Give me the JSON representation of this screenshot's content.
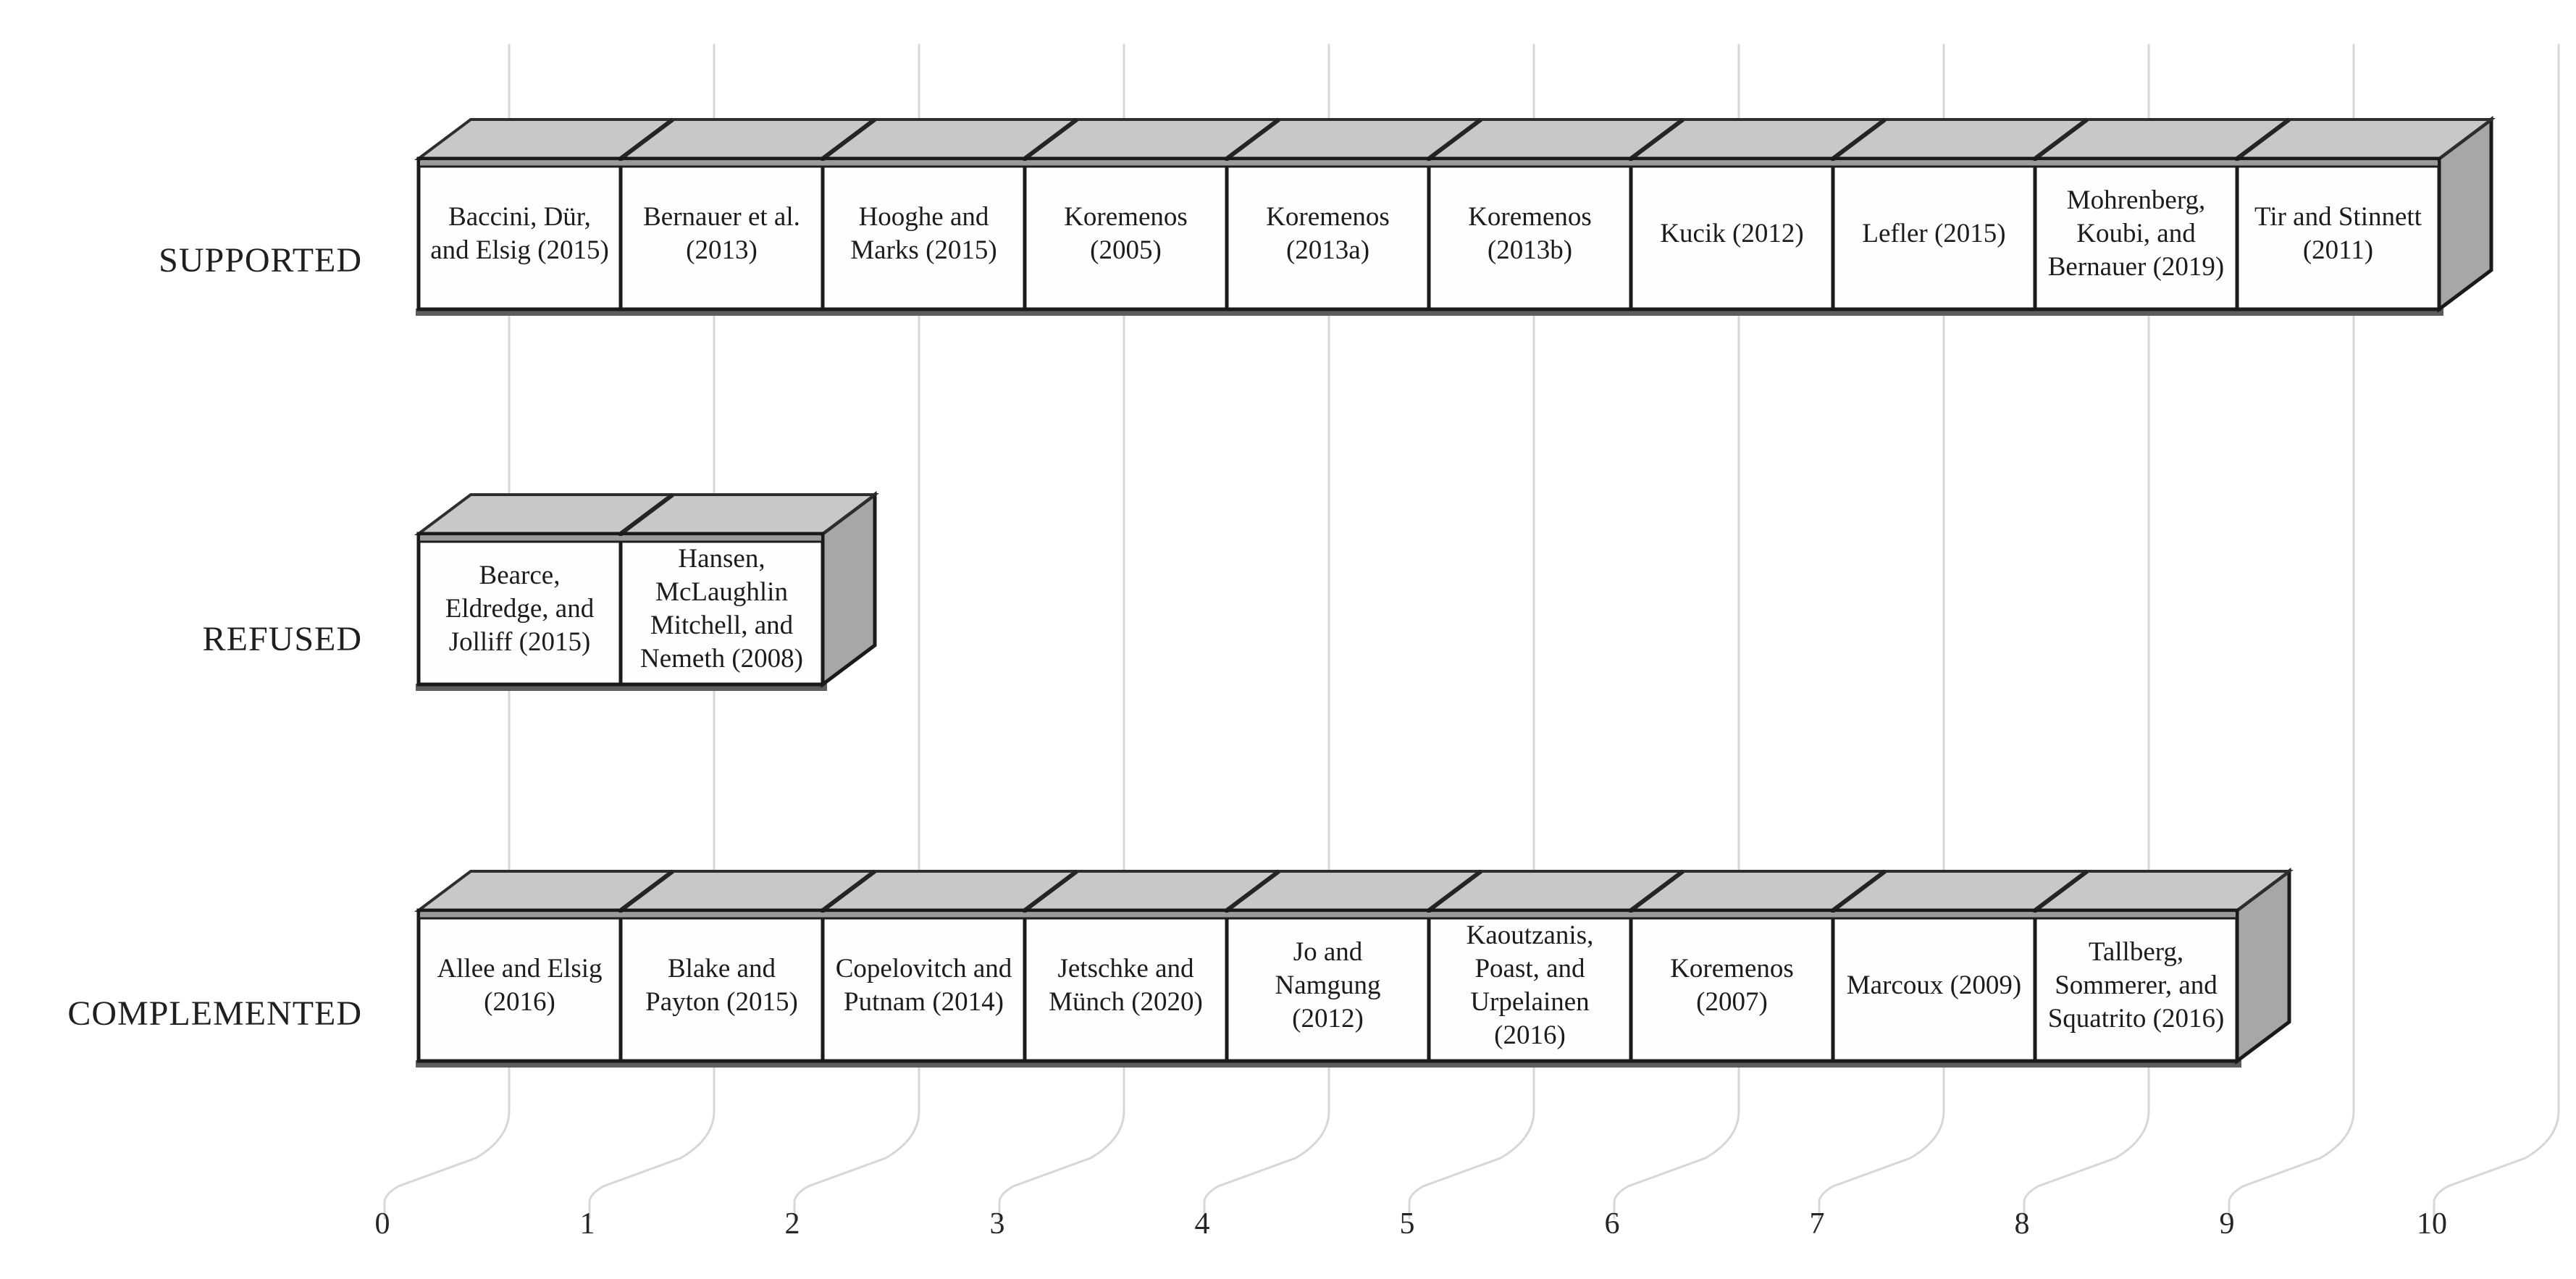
{
  "figure": {
    "background": "#ffffff",
    "colors": {
      "bar_top_face": "#c8c8c8",
      "bar_front_face": "#fefefe",
      "bar_end_face": "#a7a7a7",
      "edge_dark": "#1a1a1a",
      "edge_band_top": "#9a9a9a",
      "edge_band_bottom": "#5d5d5d",
      "gridline": "#d7d7d7",
      "text": "#1f1f1f"
    }
  },
  "chart_data": {
    "type": "bar",
    "orientation": "horizontal",
    "style": "3d-segmented-blocks",
    "title": "",
    "xlabel": "",
    "ylabel": "",
    "xlim": [
      0,
      10
    ],
    "x_ticks": [
      "0",
      "1",
      "2",
      "3",
      "4",
      "5",
      "6",
      "7",
      "8",
      "9",
      "10"
    ],
    "grid": "vertical-gridlines-curved-to-axis",
    "legend": "none",
    "categories": [
      "SUPPORTED",
      "REFUSED",
      "COMPLEMENTED"
    ],
    "values": [
      10,
      2,
      9
    ],
    "segments": [
      {
        "category": "SUPPORTED",
        "items": [
          "Baccini, Dür, and Elsig (2015)",
          "Bernauer et al. (2013)",
          "Hooghe and Marks (2015)",
          "Koremenos (2005)",
          "Koremenos (2013a)",
          "Koremenos (2013b)",
          "Kucik (2012)",
          "Lefler (2015)",
          "Mohrenberg, Koubi, and Bernauer (2019)",
          "Tir and Stinnett (2011)"
        ]
      },
      {
        "category": "REFUSED",
        "items": [
          "Bearce, Eldredge, and Jolliff (2015)",
          "Hansen, McLaughlin Mitchell, and Nemeth (2008)"
        ]
      },
      {
        "category": "COMPLEMENTED",
        "items": [
          "Allee and Elsig (2016)",
          "Blake and Payton (2015)",
          "Copelovitch and Putnam (2014)",
          "Jetschke and Münch (2020)",
          "Jo and Namgung (2012)",
          "Kaoutzanis, Poast, and Urpelainen (2016)",
          "Koremenos (2007)",
          "Marcoux (2009)",
          "Tallberg, Sommerer, and Squatrito (2016)"
        ]
      }
    ]
  }
}
